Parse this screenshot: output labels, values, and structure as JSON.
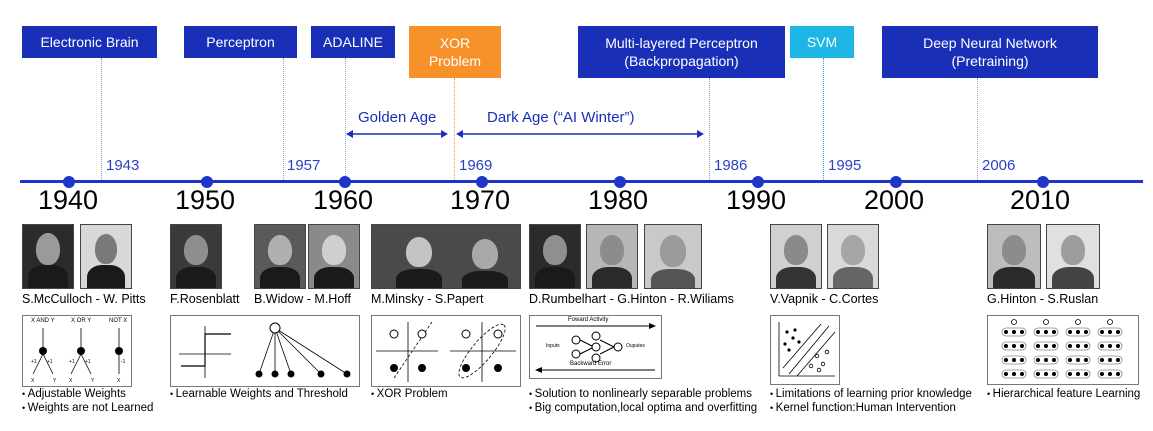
{
  "events": [
    {
      "label": "Electronic Brain",
      "label2": ""
    },
    {
      "label": "Perceptron",
      "label2": ""
    },
    {
      "label": "ADALINE",
      "label2": ""
    },
    {
      "label": "XOR",
      "label2": "Problem"
    },
    {
      "label": "Multi-layered Perceptron",
      "label2": "(Backpropagation)"
    },
    {
      "label": "SVM",
      "label2": ""
    },
    {
      "label": "Deep Neural Network",
      "label2": "(Pretraining)"
    }
  ],
  "event_years": [
    "1943",
    "1957",
    "1969",
    "1986",
    "1995",
    "2006"
  ],
  "ages": {
    "golden": "Golden Age",
    "dark": "Dark Age (“AI Winter”)"
  },
  "decades": [
    "1940",
    "1950",
    "1960",
    "1970",
    "1980",
    "1990",
    "2000",
    "2010"
  ],
  "people": [
    "S.McCulloch - W. Pitts",
    "F.Rosenblatt",
    "B.Widow - M.Hoff",
    "M.Minsky - S.Papert",
    "D.Rumbelhart - G.Hinton - R.Wiliams",
    "V.Vapnik - C.Cortes",
    "G.Hinton - S.Ruslan"
  ],
  "diagram_text": {
    "xand": "X AND Y",
    "xor": "X OR Y",
    "notx": "NOT X",
    "forward": "Foward Activity",
    "backward": "Backward Error",
    "inputs": "Inputs",
    "outputs": "Ouputes"
  },
  "bullets": {
    "mcculloch": [
      "Adjustable Weights",
      "Weights are not Learned"
    ],
    "rosenblatt": [
      "Learnable Weights and Threshold"
    ],
    "minsky": [
      "XOR Problem"
    ],
    "rumelhart": [
      "Solution to nonlinearly separable problems",
      "Big computation,local optima and overfitting"
    ],
    "vapnik": [
      "Limitations of learning prior knowledge",
      "Kernel function:Human Intervention"
    ],
    "hinton": [
      "Hierarchical feature Learning"
    ]
  },
  "colors": {
    "navy": "#1a2fb8",
    "orange": "#f7922a",
    "cyan": "#1eb6e6",
    "axis": "#1f35c9"
  }
}
